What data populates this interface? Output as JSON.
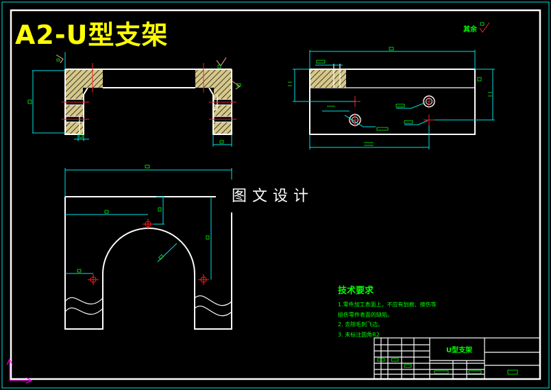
{
  "drawing": {
    "title": "A2-U型支架",
    "watermark": "图文设计",
    "roughness_note": "其余",
    "tech_requirements": {
      "heading": "技术要求",
      "items": [
        "1.零件加工表面上，不应有划痕、擦伤等",
        "损伤零件表面的缺陷。",
        "2. 去除毛刺飞边。",
        "3. 未标注圆角R2"
      ]
    },
    "title_block": {
      "part_name": "U型支架"
    }
  },
  "colors": {
    "background": "#000000",
    "outline": "#ffffff",
    "dimension": "#00e5e5",
    "center_line": "#ff2020",
    "title": "#ffff00",
    "annotation": "#00ff00",
    "hatch": "#d6c88a",
    "axis_icon": "#ff00ff"
  }
}
